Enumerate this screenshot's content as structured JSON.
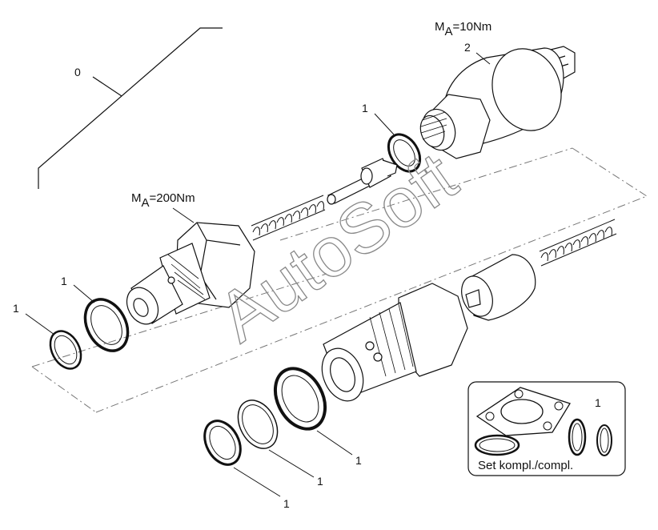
{
  "labels": {
    "assembly_number": "0",
    "ring_top": "1",
    "sensor_number": "2",
    "ring_left_small": "1",
    "ring_left_large": "1",
    "ring_bottom_right": "1",
    "ring_bottom_middle": "1",
    "ring_bottom_left": "1",
    "kit_number": "1",
    "kit_caption": "Set kompl./compl."
  },
  "torque_labels": {
    "sensor": {
      "prefix": "M",
      "sub": "A",
      "value": "=10Nm"
    },
    "valve": {
      "prefix": "M",
      "sub": "A",
      "value": "=200Nm"
    }
  },
  "watermark": "AutoSoft",
  "colors": {
    "line": "#111111",
    "watermark": "#888888",
    "dashes": "#777777"
  }
}
